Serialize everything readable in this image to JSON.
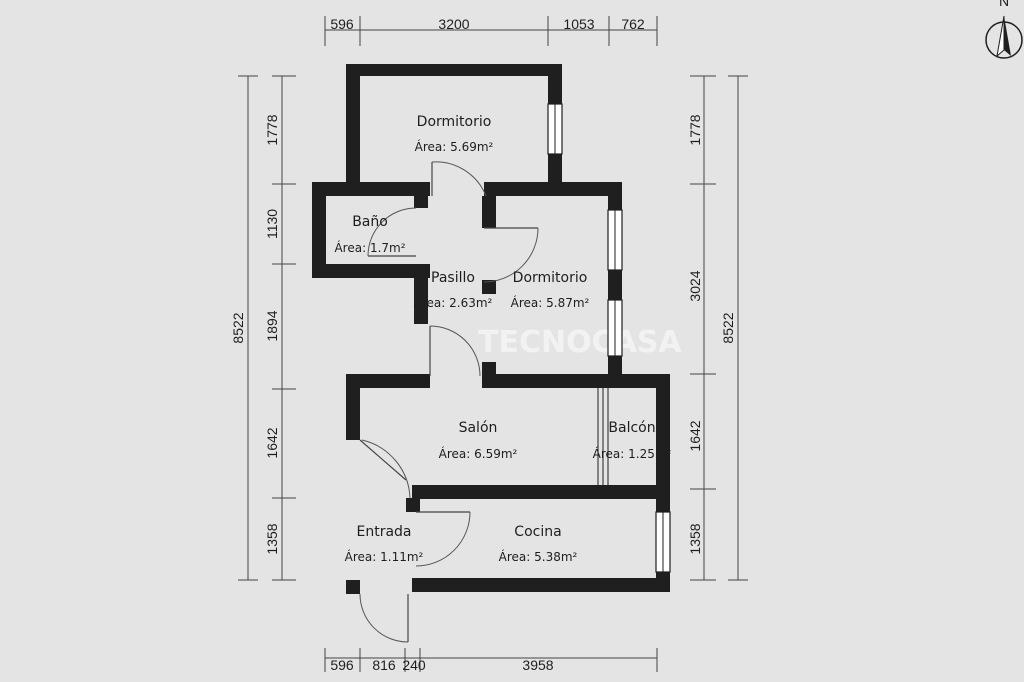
{
  "dimensions": {
    "top": [
      "596",
      "3200",
      "1053",
      "762"
    ],
    "bottom": [
      "596",
      "816",
      "240",
      "3958"
    ],
    "left_total": "8522",
    "left": [
      "1778",
      "1130",
      "1894",
      "1642",
      "1358"
    ],
    "right_total": "8522",
    "right": [
      "1778",
      "3024",
      "1642",
      "1358"
    ]
  },
  "compass": {
    "label": "N"
  },
  "rooms": {
    "dormitorio1": {
      "name": "Dormitorio",
      "area": "Área: 5.69m²"
    },
    "bano": {
      "name": "Baño",
      "area": "Área: 1.7m²"
    },
    "pasillo": {
      "name": "Pasillo",
      "area": "Área: 2.63m²"
    },
    "dormitorio2": {
      "name": "Dormitorio",
      "area": "Área: 5.87m²"
    },
    "salon": {
      "name": "Salón",
      "area": "Área: 6.59m²"
    },
    "balcon": {
      "name": "Balcón",
      "area": "Área: 1.25m²"
    },
    "entrada": {
      "name": "Entrada",
      "area": "Área: 1.11m²"
    },
    "cocina": {
      "name": "Cocina",
      "area": "Área: 5.38m²"
    }
  },
  "watermark": {
    "text": "TECNOCASA"
  }
}
